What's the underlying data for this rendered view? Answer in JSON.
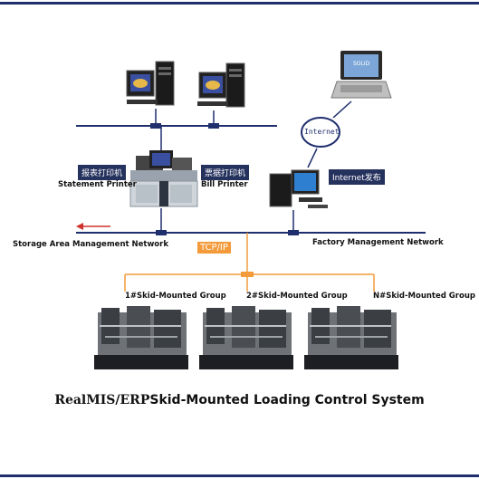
{
  "labels": {
    "statement_printer_cn": "报表打印机",
    "bill_printer_cn": "票据打印机",
    "statement_printer": "Statement Printer",
    "bill_printer": "Bill Printer",
    "internet_cloud": "Internet",
    "internet_release": "Internet发布",
    "storage_network": "Storage Area Management Network",
    "factory_network": "Factory Management Network",
    "tcp_ip": "TCP/IP",
    "group1": "1#Skid-Mounted Group",
    "group2": "2#Skid-Mounted Group",
    "groupN": "N#Skid-Mounted Group",
    "laptop_screen": "SOLID"
  },
  "title": {
    "part1": "RealMIS/ERP",
    "part2": "Skid-Mounted Loading Control System"
  },
  "colors": {
    "frame": "#1f2f6e",
    "network": "#1f2f6e",
    "tcp_line": "#f39a3a",
    "arrow": "#d0302a",
    "tag_bg": "#26325e"
  }
}
